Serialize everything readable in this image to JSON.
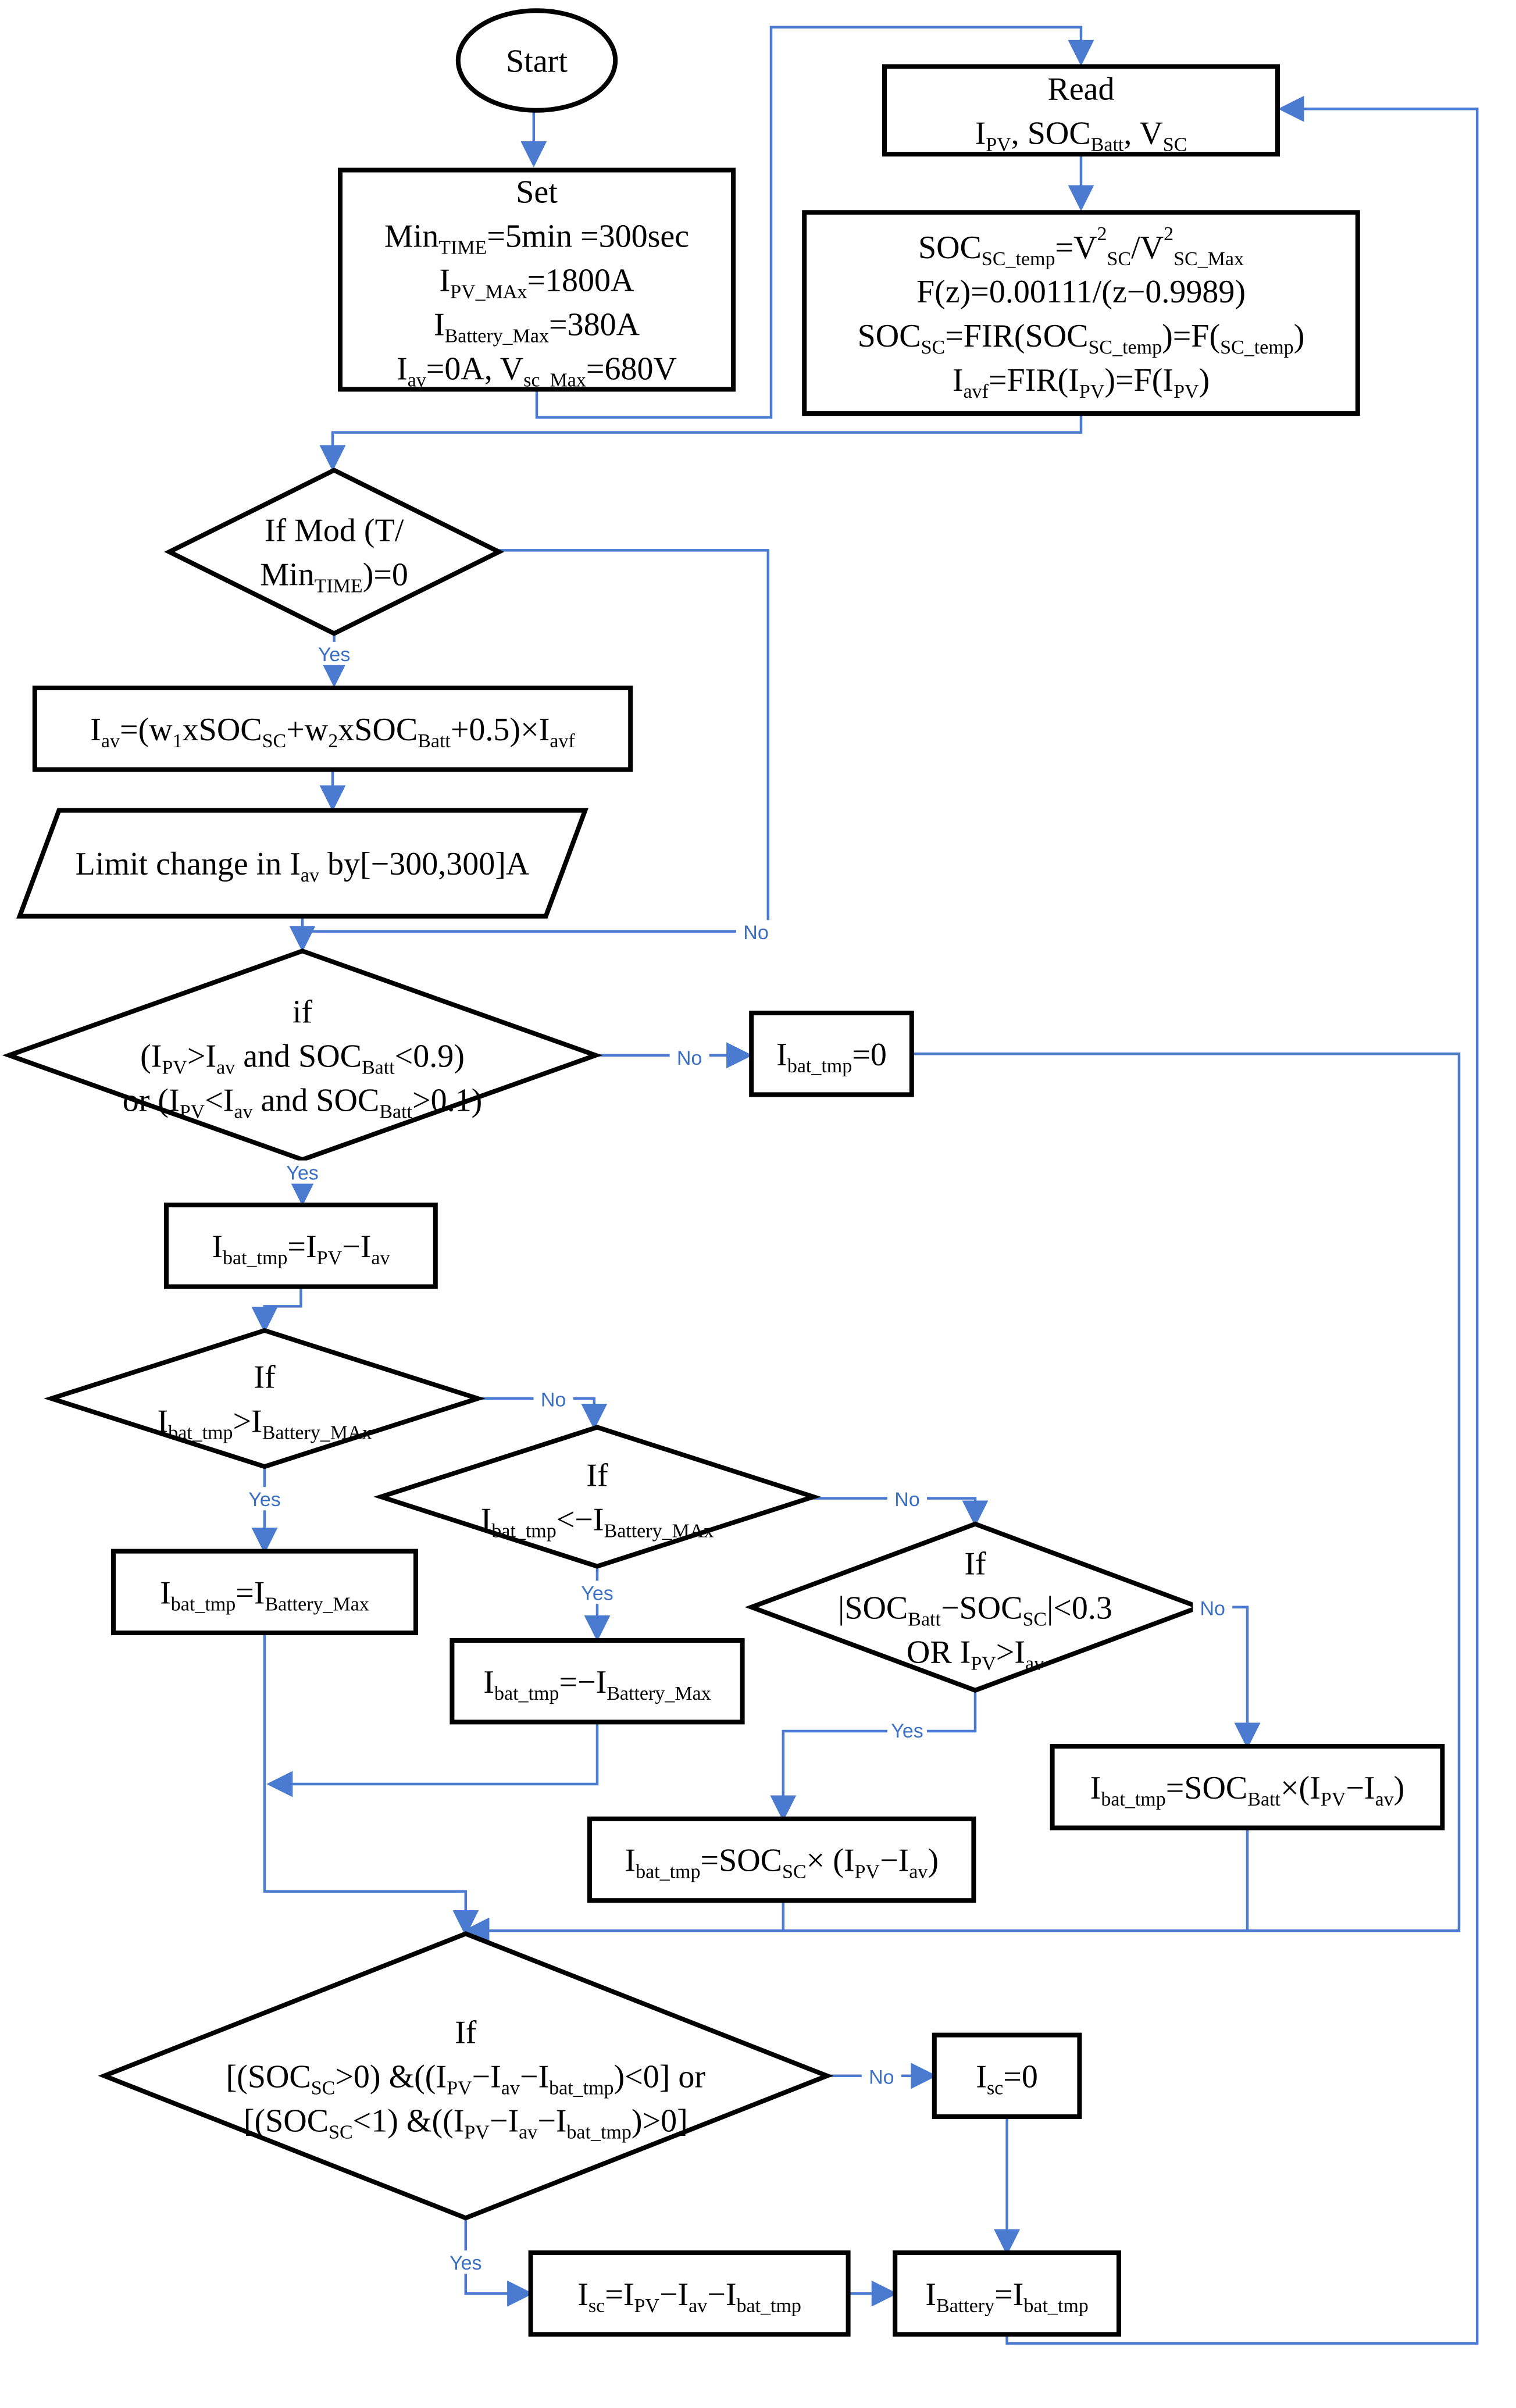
{
  "nodes": [
    {
      "id": "start",
      "shape": "ellipse",
      "lines": [
        [
          {
            "t": "Start"
          }
        ]
      ]
    },
    {
      "id": "set",
      "shape": "rect",
      "lines": [
        [
          {
            "t": "Set"
          }
        ],
        [
          {
            "t": "Min"
          },
          {
            "t": "TIME",
            "sub": true
          },
          {
            "t": "=5min =300sec"
          }
        ],
        [
          {
            "t": "I"
          },
          {
            "t": "PV_MAx",
            "sub": true
          },
          {
            "t": "=1800A"
          }
        ],
        [
          {
            "t": "I"
          },
          {
            "t": "Battery_Max",
            "sub": true
          },
          {
            "t": "=380A"
          }
        ],
        [
          {
            "t": "I"
          },
          {
            "t": "av",
            "sub": true
          },
          {
            "t": "=0A,  V"
          },
          {
            "t": "sc_Max",
            "sub": true
          },
          {
            "t": "=680V"
          }
        ]
      ]
    },
    {
      "id": "read",
      "shape": "rect",
      "lines": [
        [
          {
            "t": "Read"
          }
        ],
        [
          {
            "t": "I"
          },
          {
            "t": "PV",
            "sub": true
          },
          {
            "t": ", SOC"
          },
          {
            "t": "Batt",
            "sub": true
          },
          {
            "t": ", V"
          },
          {
            "t": "SC",
            "sub": true
          }
        ]
      ]
    },
    {
      "id": "calc",
      "shape": "rect",
      "lines": [
        [
          {
            "t": "SOC"
          },
          {
            "t": "SC_temp",
            "sub": true
          },
          {
            "t": "=V"
          },
          {
            "t": "2",
            "sup": true
          },
          {
            "t": "SC",
            "sub": true
          },
          {
            "t": "/V"
          },
          {
            "t": "2",
            "sup": true
          },
          {
            "t": "SC_Max",
            "sub": true
          }
        ],
        [
          {
            "t": "F(z)=0.00111/(z−0.9989)"
          }
        ],
        [
          {
            "t": "SOC"
          },
          {
            "t": "SC",
            "sub": true
          },
          {
            "t": "=FIR(SOC"
          },
          {
            "t": "SC_temp",
            "sub": true
          },
          {
            "t": ")=F("
          },
          {
            "t": "SC_temp",
            "sub": true
          },
          {
            "t": ")"
          }
        ],
        [
          {
            "t": "I"
          },
          {
            "t": "avf",
            "sub": true
          },
          {
            "t": "=FIR(I"
          },
          {
            "t": "PV",
            "sub": true
          },
          {
            "t": ")=F(I"
          },
          {
            "t": "PV",
            "sub": true
          },
          {
            "t": ")"
          }
        ]
      ]
    },
    {
      "id": "d1",
      "shape": "diamond",
      "lines": [
        [
          {
            "t": "If Mod (T/"
          }
        ],
        [
          {
            "t": "Min"
          },
          {
            "t": "TIME",
            "sub": true
          },
          {
            "t": ")=0"
          }
        ]
      ]
    },
    {
      "id": "iav",
      "shape": "rect",
      "lines": [
        [
          {
            "t": "I"
          },
          {
            "t": "av",
            "sub": true
          },
          {
            "t": "=(w"
          },
          {
            "t": "1",
            "sub": true
          },
          {
            "t": "xSOC"
          },
          {
            "t": "SC",
            "sub": true
          },
          {
            "t": "+w"
          },
          {
            "t": "2",
            "sub": true
          },
          {
            "t": "xSOC"
          },
          {
            "t": "Batt",
            "sub": true
          },
          {
            "t": "+0.5)×I"
          },
          {
            "t": "avf",
            "sub": true
          }
        ]
      ]
    },
    {
      "id": "limit",
      "shape": "parallelogram",
      "lines": [
        [
          {
            "t": "Limit change in I"
          },
          {
            "t": "av",
            "sub": true
          },
          {
            "t": " by[−300,300]A"
          }
        ]
      ]
    },
    {
      "id": "d2",
      "shape": "diamond",
      "lines": [
        [
          {
            "t": "if"
          }
        ],
        [
          {
            "t": "(I"
          },
          {
            "t": "PV",
            "sub": true
          },
          {
            "t": ">I"
          },
          {
            "t": "av",
            "sub": true
          },
          {
            "t": " and SOC"
          },
          {
            "t": "Batt",
            "sub": true
          },
          {
            "t": "<0.9)"
          }
        ],
        [
          {
            "t": "or (I"
          },
          {
            "t": "PV",
            "sub": true
          },
          {
            "t": "<I"
          },
          {
            "t": "av",
            "sub": true
          },
          {
            "t": " and SOC"
          },
          {
            "t": "Batt",
            "sub": true
          },
          {
            "t": ">0.1)"
          }
        ]
      ]
    },
    {
      "id": "bat0",
      "shape": "rect",
      "lines": [
        [
          {
            "t": "I"
          },
          {
            "t": "bat_tmp",
            "sub": true
          },
          {
            "t": "=0"
          }
        ]
      ]
    },
    {
      "id": "battmp",
      "shape": "rect",
      "lines": [
        [
          {
            "t": "I"
          },
          {
            "t": "bat_tmp",
            "sub": true
          },
          {
            "t": "=I"
          },
          {
            "t": "PV",
            "sub": true
          },
          {
            "t": "−I"
          },
          {
            "t": "av",
            "sub": true
          }
        ]
      ]
    },
    {
      "id": "d3",
      "shape": "diamond",
      "lines": [
        [
          {
            "t": "If"
          }
        ],
        [
          {
            "t": "I"
          },
          {
            "t": "bat_tmp",
            "sub": true
          },
          {
            "t": ">I"
          },
          {
            "t": "Battery_MAx",
            "sub": true
          }
        ]
      ]
    },
    {
      "id": "d4",
      "shape": "diamond",
      "lines": [
        [
          {
            "t": "If"
          }
        ],
        [
          {
            "t": "I"
          },
          {
            "t": "bat_tmp",
            "sub": true
          },
          {
            "t": "<−I"
          },
          {
            "t": "Battery_MAx",
            "sub": true
          }
        ]
      ]
    },
    {
      "id": "batmax",
      "shape": "rect",
      "lines": [
        [
          {
            "t": "I"
          },
          {
            "t": "bat_tmp",
            "sub": true
          },
          {
            "t": "=I"
          },
          {
            "t": "Battery_Max",
            "sub": true
          }
        ]
      ]
    },
    {
      "id": "batneg",
      "shape": "rect",
      "lines": [
        [
          {
            "t": "I"
          },
          {
            "t": "bat_tmp",
            "sub": true
          },
          {
            "t": "=−I"
          },
          {
            "t": "Battery_Max",
            "sub": true
          }
        ]
      ]
    },
    {
      "id": "d5",
      "shape": "diamond",
      "lines": [
        [
          {
            "t": "If"
          }
        ],
        [
          {
            "t": "|SOC"
          },
          {
            "t": "Batt",
            "sub": true
          },
          {
            "t": "−SOC"
          },
          {
            "t": "SC",
            "sub": true
          },
          {
            "t": "|<0.3"
          }
        ],
        [
          {
            "t": "OR I"
          },
          {
            "t": "PV",
            "sub": true
          },
          {
            "t": ">I"
          },
          {
            "t": "av",
            "sub": true
          }
        ]
      ]
    },
    {
      "id": "batsoc",
      "shape": "rect",
      "lines": [
        [
          {
            "t": "I"
          },
          {
            "t": "bat_tmp",
            "sub": true
          },
          {
            "t": "=SOC"
          },
          {
            "t": "Batt",
            "sub": true
          },
          {
            "t": "×(I"
          },
          {
            "t": "PV",
            "sub": true
          },
          {
            "t": "−I"
          },
          {
            "t": "av",
            "sub": true
          },
          {
            "t": ")"
          }
        ]
      ]
    },
    {
      "id": "batsc",
      "shape": "rect",
      "lines": [
        [
          {
            "t": "I"
          },
          {
            "t": "bat_tmp",
            "sub": true
          },
          {
            "t": "=SOC"
          },
          {
            "t": "SC",
            "sub": true
          },
          {
            "t": "× (I"
          },
          {
            "t": "PV",
            "sub": true
          },
          {
            "t": "−I"
          },
          {
            "t": "av",
            "sub": true
          },
          {
            "t": ")"
          }
        ]
      ]
    },
    {
      "id": "d6",
      "shape": "diamond",
      "lines": [
        [
          {
            "t": "If"
          }
        ],
        [
          {
            "t": "[(SOC"
          },
          {
            "t": "SC",
            "sub": true
          },
          {
            "t": ">0) &((I"
          },
          {
            "t": "PV",
            "sub": true
          },
          {
            "t": "−I"
          },
          {
            "t": "av",
            "sub": true
          },
          {
            "t": "−I"
          },
          {
            "t": "bat_tmp",
            "sub": true
          },
          {
            "t": ")<0] or"
          }
        ],
        [
          {
            "t": "[(SOC"
          },
          {
            "t": "SC",
            "sub": true
          },
          {
            "t": "<1) &((I"
          },
          {
            "t": "PV",
            "sub": true
          },
          {
            "t": "−I"
          },
          {
            "t": "av",
            "sub": true
          },
          {
            "t": "−I"
          },
          {
            "t": "bat_tmp",
            "sub": true
          },
          {
            "t": ")>0]"
          }
        ]
      ]
    },
    {
      "id": "isc0",
      "shape": "rect",
      "lines": [
        [
          {
            "t": "I"
          },
          {
            "t": "sc",
            "sub": true
          },
          {
            "t": "=0"
          }
        ]
      ]
    },
    {
      "id": "isc",
      "shape": "rect",
      "lines": [
        [
          {
            "t": "I"
          },
          {
            "t": "sc",
            "sub": true
          },
          {
            "t": "=I"
          },
          {
            "t": "PV",
            "sub": true
          },
          {
            "t": "−I"
          },
          {
            "t": "av",
            "sub": true
          },
          {
            "t": "−I"
          },
          {
            "t": "bat_tmp",
            "sub": true
          }
        ]
      ]
    },
    {
      "id": "ibat",
      "shape": "rect",
      "lines": [
        [
          {
            "t": "I"
          },
          {
            "t": "Battery",
            "sub": true
          },
          {
            "t": "=I"
          },
          {
            "t": "bat_tmp",
            "sub": true
          }
        ]
      ]
    }
  ],
  "edges": [
    {
      "id": "start-set"
    },
    {
      "id": "set-read"
    },
    {
      "id": "read-calc"
    },
    {
      "id": "calc-d1"
    },
    {
      "id": "d1-iav",
      "label": "Yes"
    },
    {
      "id": "iav-limit"
    },
    {
      "id": "limit-d2"
    },
    {
      "id": "d1-d2",
      "label": "No"
    },
    {
      "id": "d2-bat0",
      "label": "No"
    },
    {
      "id": "d2-battmp",
      "label": "Yes"
    },
    {
      "id": "battmp-d3"
    },
    {
      "id": "d3-batmax",
      "label": "Yes"
    },
    {
      "id": "d3-d4",
      "label": "No"
    },
    {
      "id": "d4-batneg",
      "label": "Yes"
    },
    {
      "id": "d4-d5",
      "label": "No"
    },
    {
      "id": "d5-batsc",
      "label": "Yes"
    },
    {
      "id": "d5-batsoc",
      "label": "No"
    },
    {
      "id": "batmax-d6"
    },
    {
      "id": "batneg-merge"
    },
    {
      "id": "batsc-merge"
    },
    {
      "id": "batsoc-merge"
    },
    {
      "id": "bat0-merge"
    },
    {
      "id": "d6-isc0",
      "label": "No"
    },
    {
      "id": "d6-isc",
      "label": "Yes"
    },
    {
      "id": "isc0-ibat"
    },
    {
      "id": "isc-ibat"
    },
    {
      "id": "ibat-read"
    }
  ]
}
